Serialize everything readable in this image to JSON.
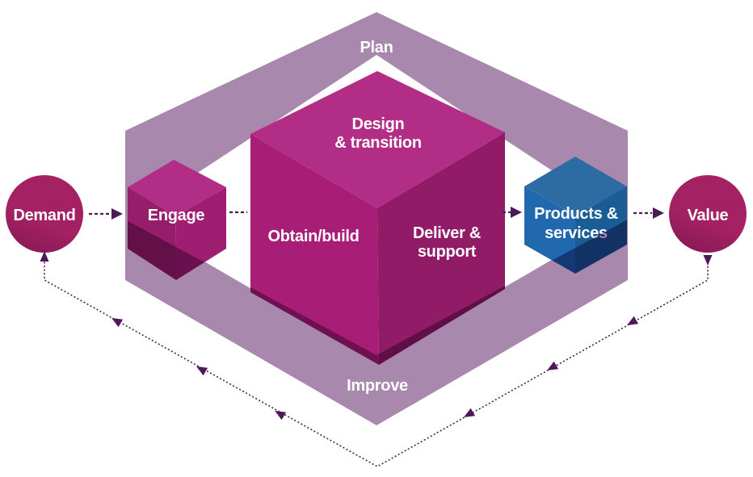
{
  "diagram": {
    "band": {
      "plan_label": "Plan",
      "improve_label": "Improve"
    },
    "center_cube": {
      "top_line1": "Design",
      "top_line2": "& transition",
      "left_label": "Obtain/build",
      "right_line1": "Deliver &",
      "right_line2": "support"
    },
    "engage_cube": {
      "label": "Engage"
    },
    "products_cube": {
      "line1": "Products &",
      "line2": "services"
    },
    "demand_circle": {
      "label": "Demand"
    },
    "value_circle": {
      "label": "Value"
    }
  },
  "colors": {
    "band": "#a988ad",
    "magenta_top": "#b22d86",
    "magenta_left": "#a81e76",
    "magenta_right": "#911b67",
    "engage_left": "#951d6c",
    "engage_right": "#a01e72",
    "blue_top": "#2d6ba3",
    "blue_left": "#2069ae",
    "blue_right": "#1a5d96",
    "circle_main": "#a42164",
    "circle_dark": "#8a1a55",
    "arrow": "#4d1a58",
    "text": "#ffffff"
  }
}
